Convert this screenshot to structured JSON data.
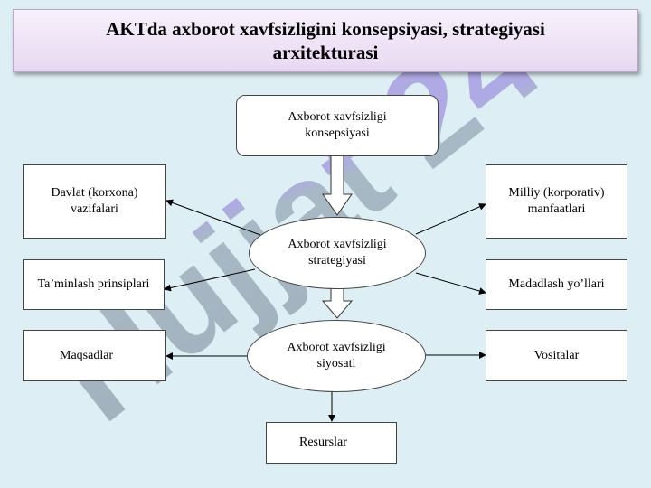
{
  "title": "AKTda axborot xavfsizligini konsepsiyasi, strategiyasi arxitekturasi",
  "watermark": "Hujjat 24",
  "nodes": {
    "konsepsiya": "Axborot xavfsizligi\nkonsepsiyasi",
    "strategiya": "Axborot xavfsizligi\nstrategiyasi",
    "siyosat": "Axborot  xavfsizligi\nsiyosati",
    "davlat": "Davlat (korxona)\nvazifalari",
    "taminlash": "Ta’minlash prinsiplari",
    "maqsadlar": "Maqsadlar",
    "milliy": "Milliy (korporativ)\nmanfaatlari",
    "madadlash": "Madadlash yo’llari",
    "vositalar": "Vositalar",
    "resurslar": "Resurslar"
  }
}
